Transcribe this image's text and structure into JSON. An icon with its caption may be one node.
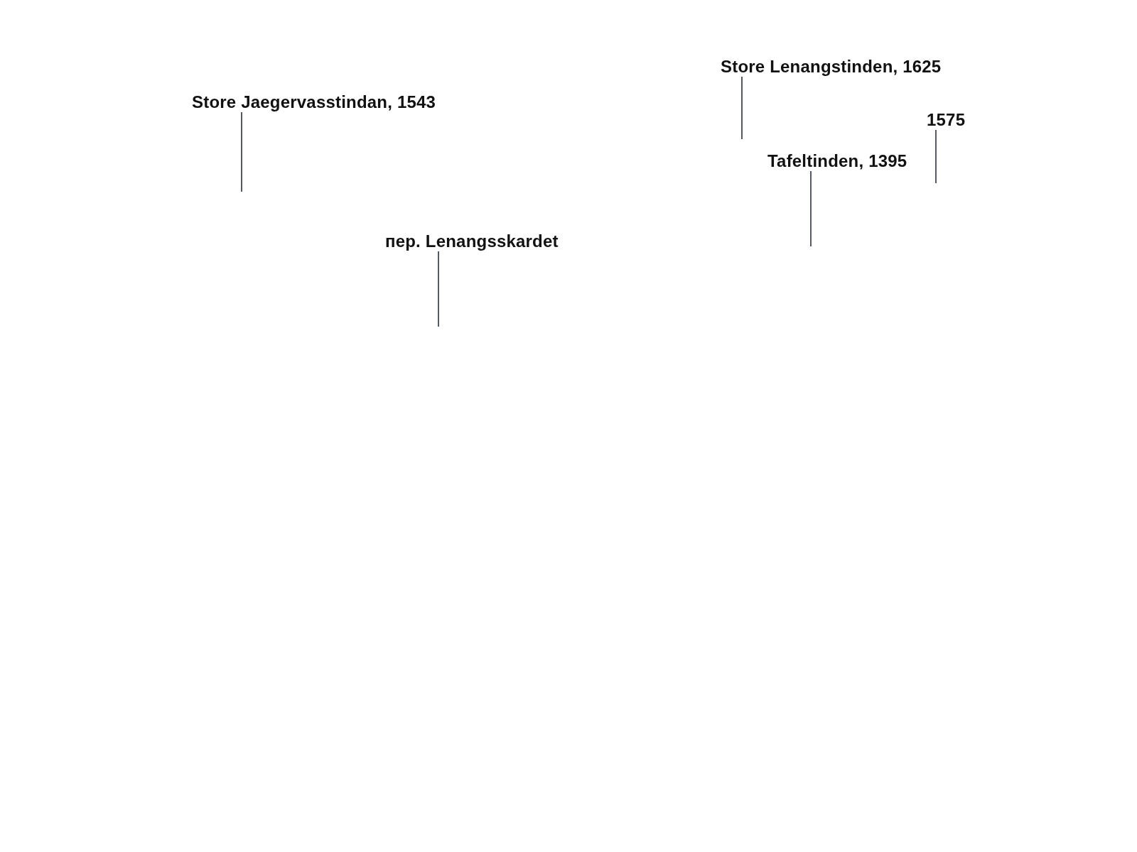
{
  "diagram": {
    "nodes": [
      {
        "text": [
          "Store Lenangstinden, 1625"
        ]
      },
      {
        "text": [
          "Store Jaegervasstindan, 1543"
        ]
      },
      {
        "text": [
          "1575"
        ]
      },
      {
        "text": [
          "Tafeltinden, 1395"
        ]
      },
      {
        "text": [
          "пер. Lenangsskardet"
        ]
      }
    ],
    "edges": [
      {
        "from": 0,
        "to": null,
        "arrow": "none"
      },
      {
        "from": 1,
        "to": null,
        "arrow": "none"
      },
      {
        "from": 2,
        "to": null,
        "arrow": "none"
      },
      {
        "from": 3,
        "to": null,
        "arrow": "none"
      },
      {
        "from": 4,
        "to": null,
        "arrow": "none"
      }
    ]
  }
}
